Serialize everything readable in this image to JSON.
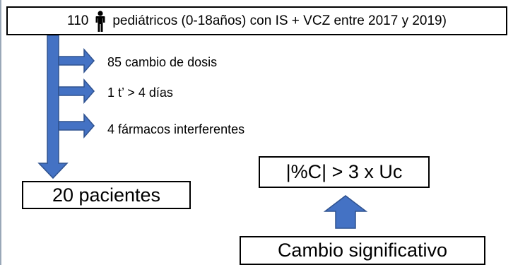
{
  "header": {
    "count": "110",
    "text": "pediátricos (0-18años) con IS + VCZ entre 2017 y 2019)"
  },
  "exclusions": [
    {
      "label": "85 cambio de dosis"
    },
    {
      "label": "1 t’ > 4 días"
    },
    {
      "label": "4 fármacos interferentes"
    }
  ],
  "result": {
    "label": "20 pacientes"
  },
  "criterion": {
    "label": "|%C| > 3 x Uc"
  },
  "significance": {
    "label": "Cambio significativo"
  },
  "colors": {
    "arrow_fill": "#4472c4",
    "arrow_stroke": "#2f528f",
    "box_border": "#000000",
    "left_rule": "#9aa8b8"
  },
  "icons": {
    "header_icon": "person-icon"
  }
}
